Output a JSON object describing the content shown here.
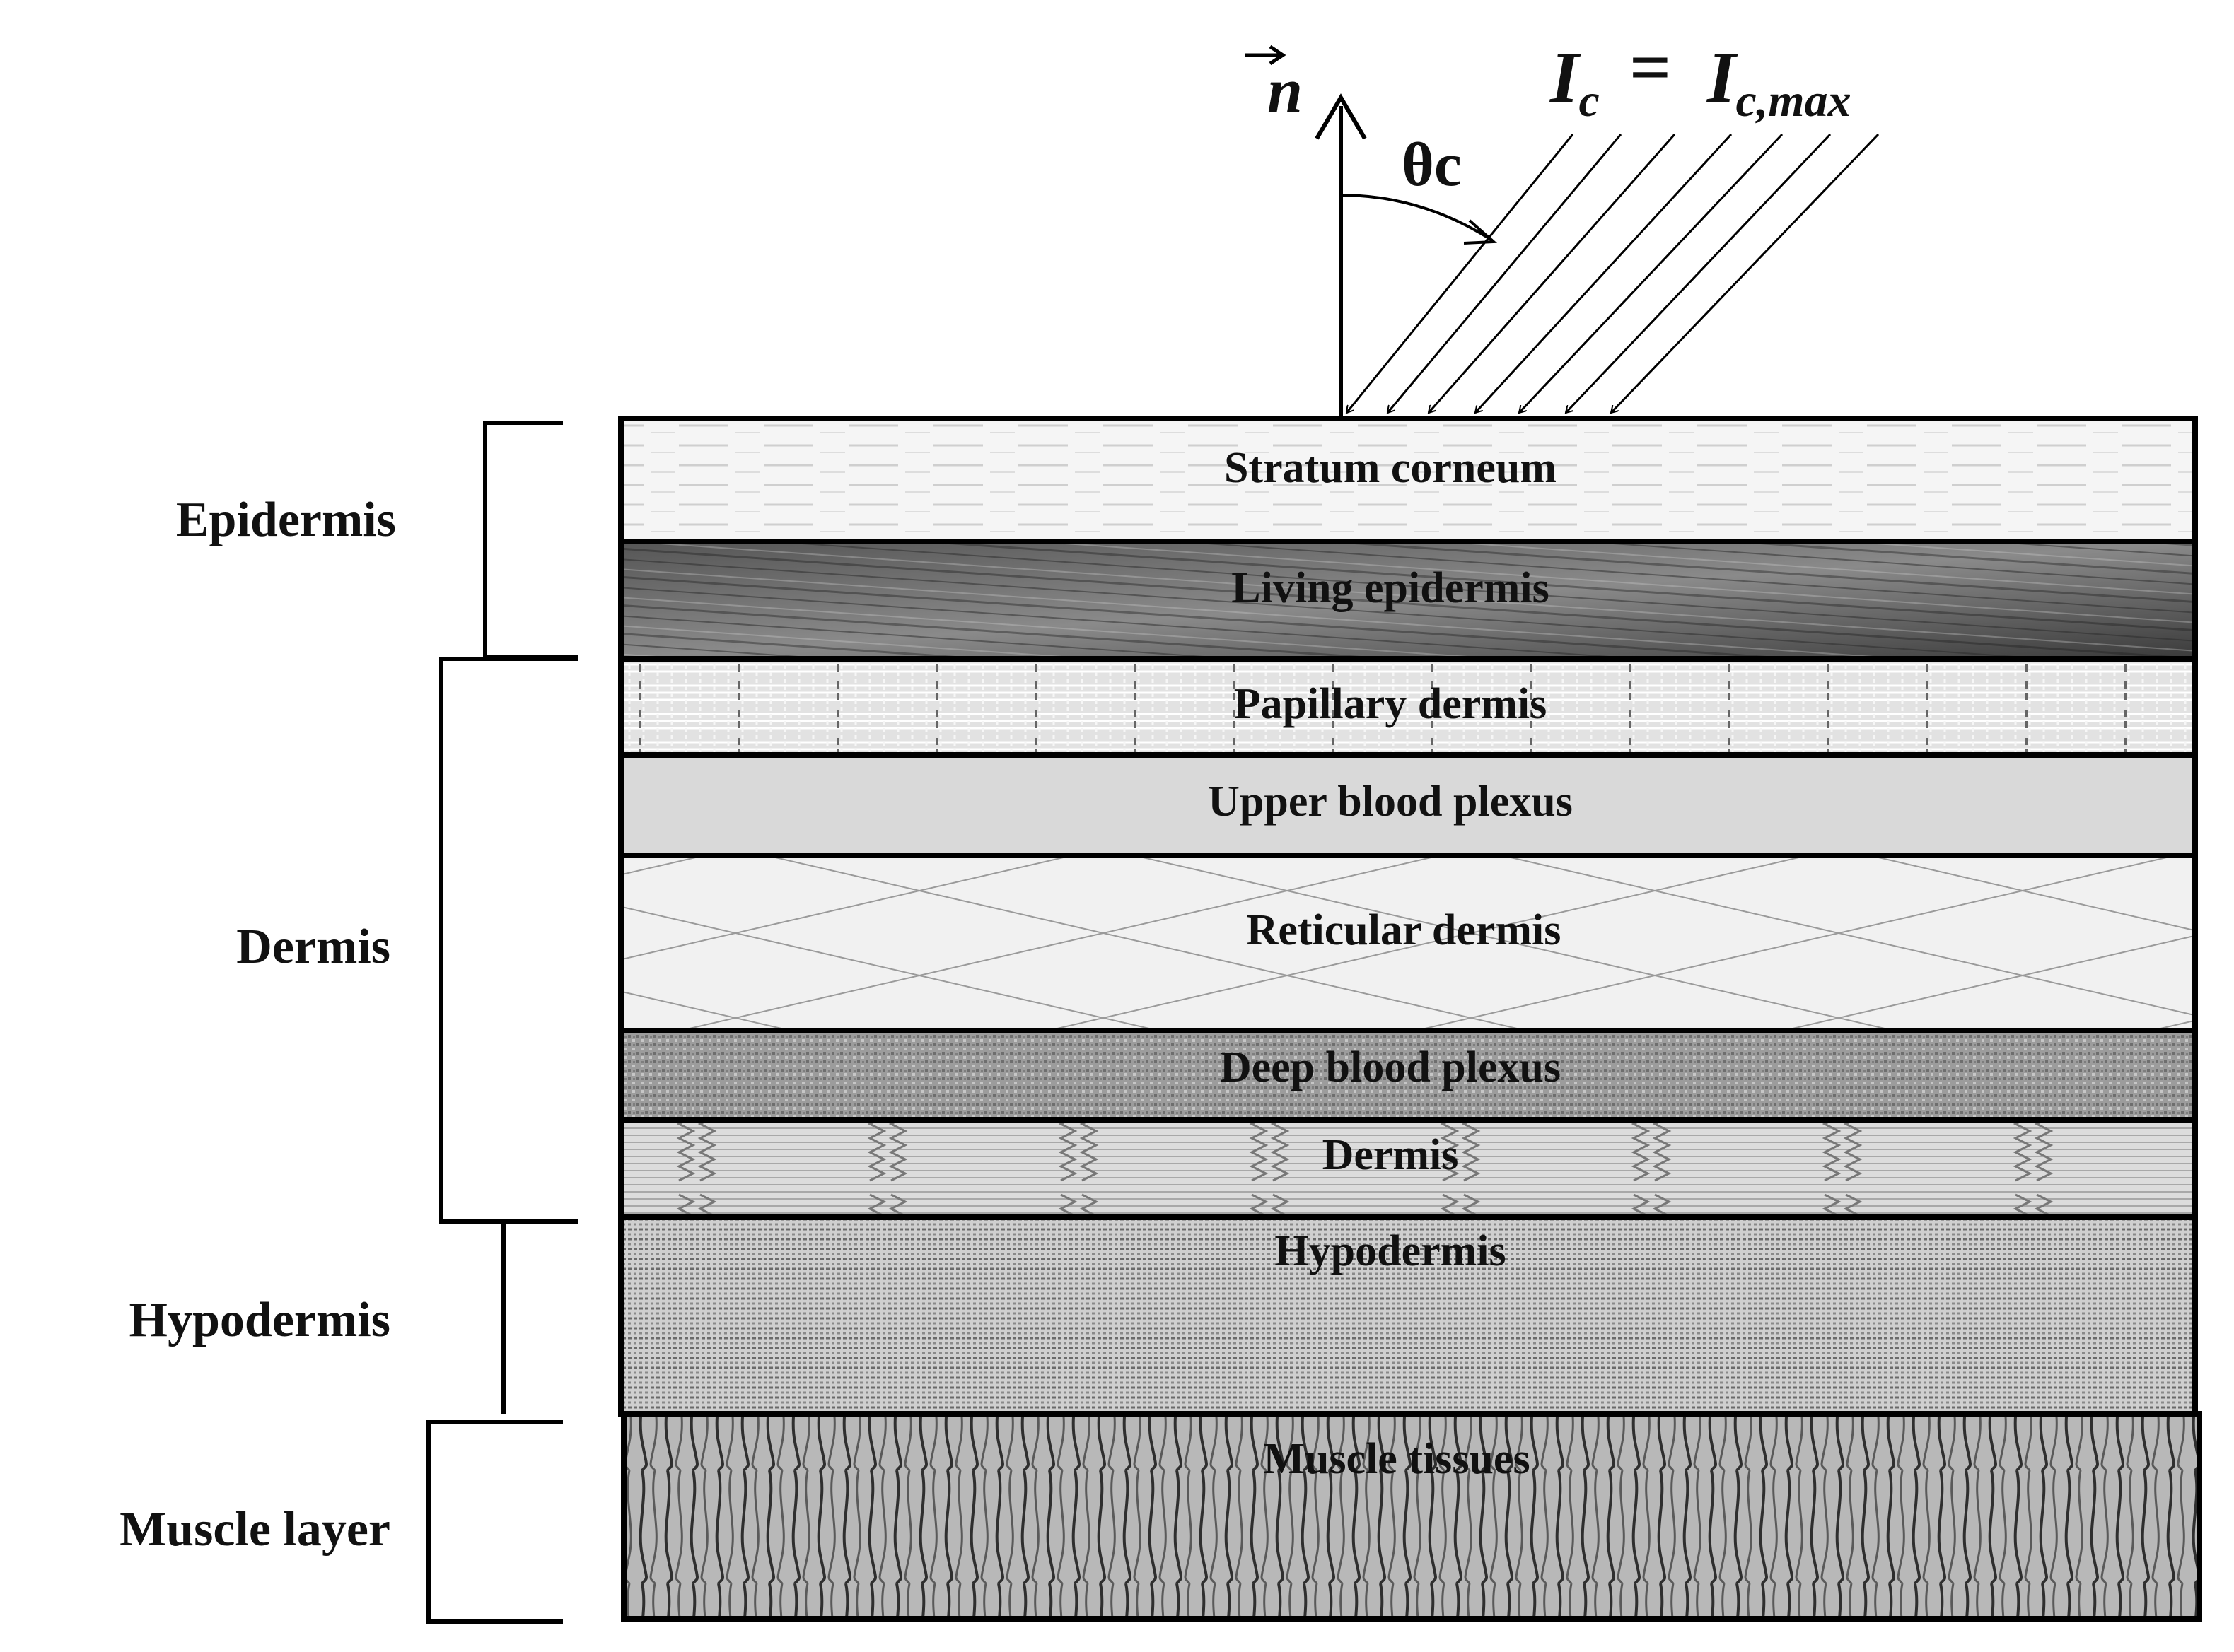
{
  "incidence": {
    "normal_symbol": "n",
    "angle_label": "θc",
    "intensity_lhs_main": "I",
    "intensity_lhs_sub": "c",
    "intensity_eq": "=",
    "intensity_rhs_main": "I",
    "intensity_rhs_sub": "c,max"
  },
  "layers": [
    {
      "label": "Stratum corneum",
      "pattern": "stratum"
    },
    {
      "label": "Living epidermis",
      "pattern": "living"
    },
    {
      "label": "Papillary dermis",
      "pattern": "papillary"
    },
    {
      "label": "Upper blood plexus",
      "pattern": "upper"
    },
    {
      "label": "Reticular dermis",
      "pattern": "reticular"
    },
    {
      "label": "Deep blood plexus",
      "pattern": "deep"
    },
    {
      "label": "Dermis",
      "pattern": "dermis"
    },
    {
      "label": "Hypodermis",
      "pattern": "hypo"
    },
    {
      "label": "Muscle tissues",
      "pattern": "muscle"
    }
  ],
  "groups": [
    {
      "label": "Epidermis"
    },
    {
      "label": "Dermis"
    },
    {
      "label": "Hypodermis"
    },
    {
      "label": "Muscle layer"
    }
  ]
}
